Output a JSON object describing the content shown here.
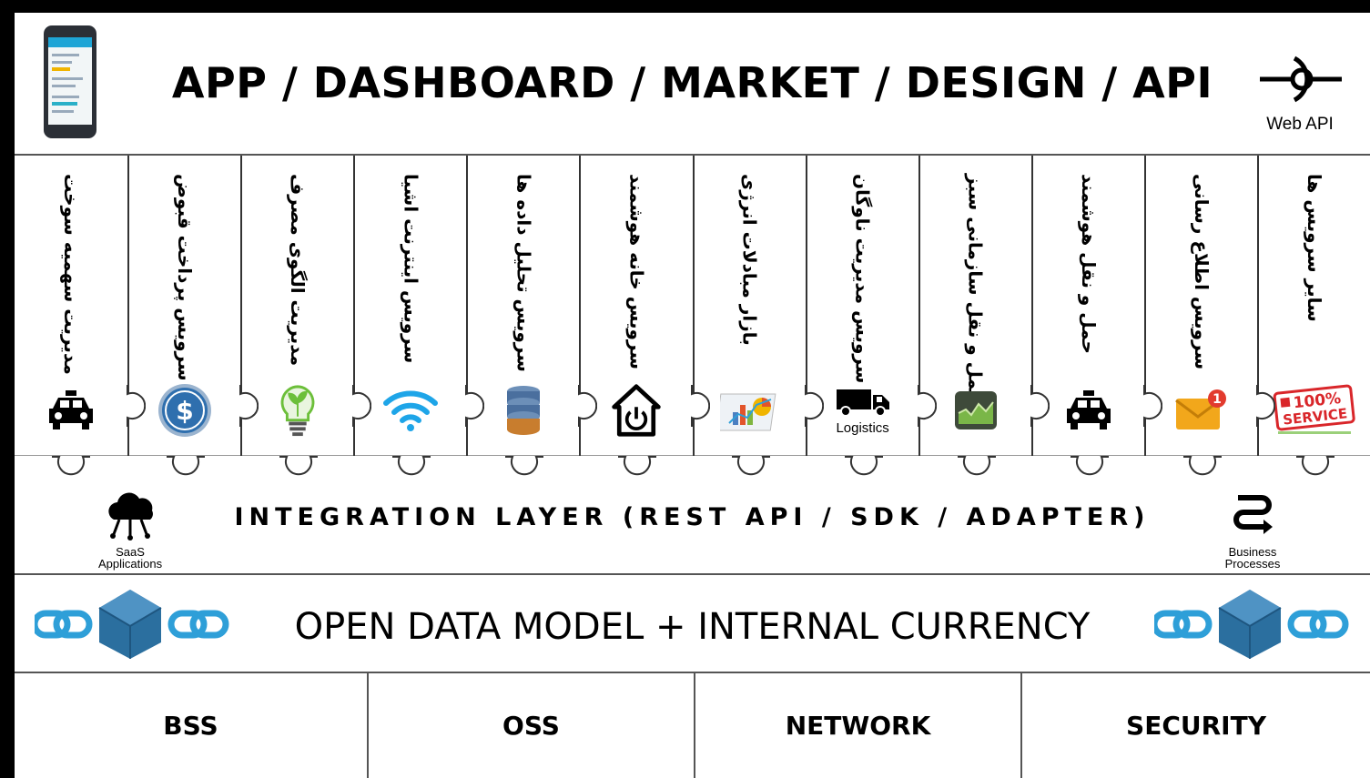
{
  "header": {
    "title": "APP / DASHBOARD / MARKET / DESIGN / API",
    "web_api_label": "Web API",
    "phone_icon": "smartphone-icon",
    "api_icon": "web-api-icon"
  },
  "services": [
    {
      "label": "مدیریت سهمیه سوخت",
      "icon": "taxi-icon"
    },
    {
      "label": "سرویس پرداخت قبوض",
      "icon": "dollar-coin-icon"
    },
    {
      "label": "مدیریت الگوی مصرف",
      "icon": "eco-bulb-icon"
    },
    {
      "label": "سرویس اینترنت اشیا",
      "icon": "wifi-icon"
    },
    {
      "label": "سرویس تحلیل داده ها",
      "icon": "database-icon"
    },
    {
      "label": "سرویس خانه هوشمند",
      "icon": "smart-home-icon"
    },
    {
      "label": "بازار مبادلات انرژی",
      "icon": "analytics-chart-icon"
    },
    {
      "label": "سرویس مدیریت ناوگان",
      "icon": "truck-icon",
      "icon_caption": "Logistics"
    },
    {
      "label": "حمل و نقل سازمانی سبز",
      "icon": "green-chart-icon"
    },
    {
      "label": "حمل و نقل هوشمند",
      "icon": "taxi-icon"
    },
    {
      "label": "سرویس اطلاع رسانی",
      "icon": "mail-notification-icon",
      "badge": "1"
    },
    {
      "label": "سایر سرویس ها",
      "icon": "service-stamp-icon",
      "stamp_text": [
        "100%",
        "SERVICE"
      ]
    }
  ],
  "integration": {
    "title": "INTEGRATION LAYER (REST API / SDK / ADAPTER)",
    "saas_label_1": "SaaS",
    "saas_label_2": "Applications",
    "bp_label_1": "Business",
    "bp_label_2": "Processes",
    "saas_icon": "cloud-icon",
    "bp_icon": "business-process-icon"
  },
  "datamodel": {
    "title": "OPEN DATA MODEL +  INTERNAL CURRENCY",
    "icon": "blockchain-cube-icon"
  },
  "foundation": [
    {
      "label": "BSS"
    },
    {
      "label": "OSS"
    },
    {
      "label": "NETWORK"
    },
    {
      "label": "SECURITY"
    }
  ],
  "colors": {
    "link_blue": "#2e9fd8",
    "cube_blue": "#2b6f9f",
    "dollar_blue": "#2f6fae",
    "wifi_blue": "#1ea5e8",
    "bulb_green": "#6cbf3a",
    "mail_orange": "#f2a71b",
    "badge_red": "#e23b2e",
    "stamp_red": "#d9262a"
  }
}
